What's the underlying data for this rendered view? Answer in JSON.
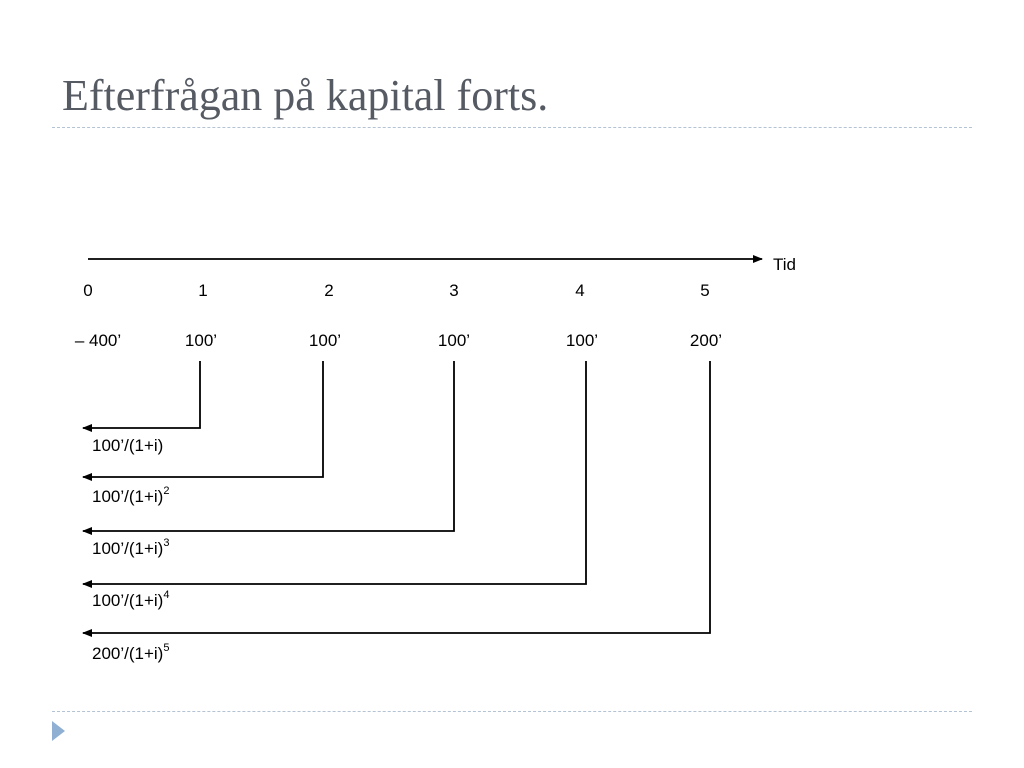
{
  "title": "Efterfrågan på kapital forts.",
  "axis": {
    "label": "Tid",
    "periods": [
      "0",
      "1",
      "2",
      "3",
      "4",
      "5"
    ]
  },
  "cash_flows": [
    "– 400’",
    "100’",
    "100’",
    "100’",
    "100’",
    "200’"
  ],
  "discounted": [
    {
      "base": "100’/(1+i)",
      "exponent": ""
    },
    {
      "base": "100’/(1+i)",
      "exponent": "2"
    },
    {
      "base": "100’/(1+i)",
      "exponent": "3"
    },
    {
      "base": "100’/(1+i)",
      "exponent": "4"
    },
    {
      "base": "200’/(1+i)",
      "exponent": "5"
    }
  ],
  "colors": {
    "title": "#555a63",
    "rule": "#b4c3d3",
    "bullet": "#8fb0d3",
    "line": "#000000"
  }
}
